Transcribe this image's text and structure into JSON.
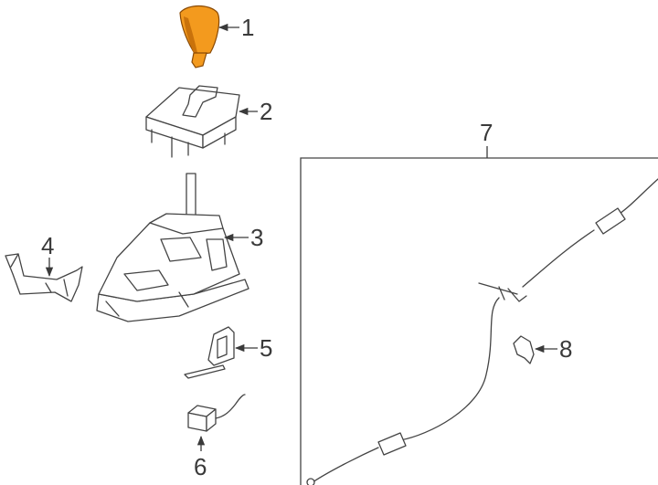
{
  "colors": {
    "highlight": "#F39A1E",
    "highlight_shade": "#C9720B",
    "line": "#444444",
    "background": "#ffffff"
  },
  "callouts": {
    "c1": "1",
    "c2": "2",
    "c3": "3",
    "c4": "4",
    "c5": "5",
    "c6": "6",
    "c7": "7",
    "c8": "8"
  }
}
